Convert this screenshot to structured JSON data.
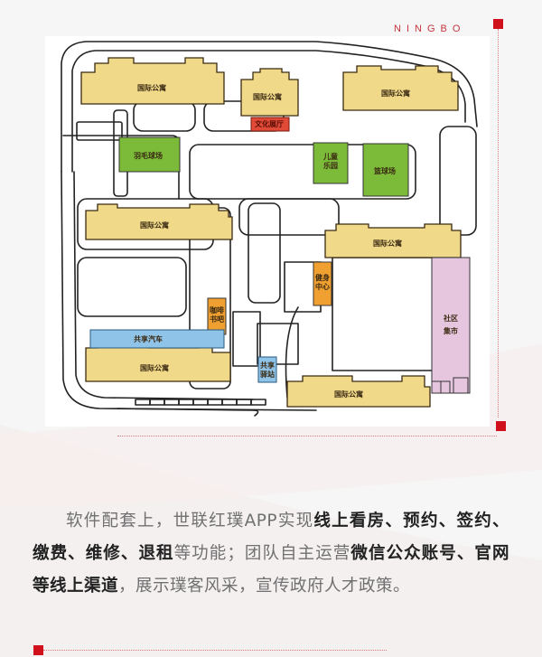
{
  "header": {
    "brand": "NINGBO"
  },
  "colors": {
    "accent_red": "#d0101a",
    "apartment_fill": "#f1d98a",
    "green_fill": "#7cba3a",
    "blue_fill": "#8fc3e8",
    "orange_fill": "#f0a030",
    "red_fill": "#e04a36",
    "pink_fill": "#e6c6df"
  },
  "map": {
    "apartments": [
      {
        "label": "国际公寓"
      },
      {
        "label": "国际公寓"
      },
      {
        "label": "国际公寓"
      },
      {
        "label": "国际公寓"
      },
      {
        "label": "国际公寓"
      },
      {
        "label": "国际公寓"
      },
      {
        "label": "国际公寓"
      }
    ],
    "facilities": {
      "culture_hall": "文化展厅",
      "badminton": "羽毛球场",
      "kids_park": "儿童乐园",
      "basketball": "篮球场",
      "cafe": "咖啡书吧",
      "fitness": "健身中心",
      "car_share": "共享汽车",
      "bike_station": "共享驿站",
      "market": "社区集市"
    }
  },
  "paragraph": {
    "segments": [
      {
        "text": "软件配套上，世联红璞APP实现",
        "bold": false
      },
      {
        "text": "线上看房、预约、签约、缴费、维修、退租",
        "bold": true
      },
      {
        "text": "等功能；团队自主运营",
        "bold": false
      },
      {
        "text": "微信公众账号、官网等线上渠道",
        "bold": true
      },
      {
        "text": "，展示璞客风采，宣传政府人才政策。",
        "bold": false
      }
    ]
  }
}
